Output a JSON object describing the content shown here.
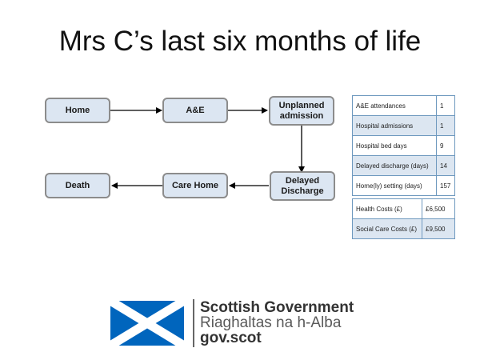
{
  "title": "Mrs C’s last six months of life",
  "flow": {
    "nodes": {
      "home": "Home",
      "ae": "A&E",
      "unplanned": "Unplanned\nadmission",
      "delayed": "Delayed\nDischarge",
      "care_home": "Care Home",
      "death": "Death"
    }
  },
  "stats_table": {
    "rows": [
      {
        "label": "A&E attendances",
        "value": "1"
      },
      {
        "label": "Hospital admissions",
        "value": "1"
      },
      {
        "label": "Hospital bed days",
        "value": "9"
      },
      {
        "label": "Delayed discharge (days)",
        "value": "14"
      },
      {
        "label": "Home(ly) setting (days)",
        "value": "157"
      }
    ]
  },
  "costs_table": {
    "rows": [
      {
        "label": "Health Costs (£)",
        "value": "£6,500"
      },
      {
        "label": "Social Care Costs (£)",
        "value": "£9,500"
      }
    ]
  },
  "logo": {
    "line1": "Scottish Government",
    "line2": "Riaghaltas na h-Alba",
    "line3": "gov.scot",
    "flag_color": "#0065bd"
  }
}
